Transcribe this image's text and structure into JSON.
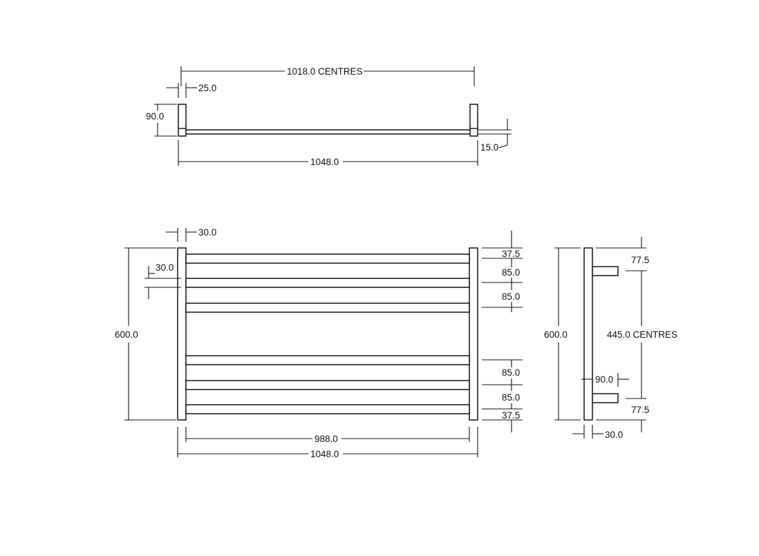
{
  "colors": {
    "line": "#111111",
    "background": "#ffffff"
  },
  "top_view": {
    "dim_centres": "1018.0 CENTRES",
    "dim_post_width": "25.0",
    "dim_post_height": "90.0",
    "dim_bar_offset": "15.0",
    "dim_overall": "1048.0"
  },
  "front_view": {
    "dim_post_width": "30.0",
    "dim_bar_thickness": "30.0",
    "dim_height": "600.0",
    "dim_top_gap": "37.5",
    "dim_pitch_1": "85.0",
    "dim_pitch_2": "85.0",
    "dim_pitch_3": "85.0",
    "dim_pitch_4": "85.0",
    "dim_bottom_gap": "37.5",
    "dim_inner_width": "988.0",
    "dim_overall_width": "1048.0"
  },
  "side_view": {
    "dim_height": "600.0",
    "dim_top": "77.5",
    "dim_centres": "445.0 CENTRES",
    "dim_projection": "90.0",
    "dim_bottom": "77.5",
    "dim_post_width": "30.0"
  }
}
